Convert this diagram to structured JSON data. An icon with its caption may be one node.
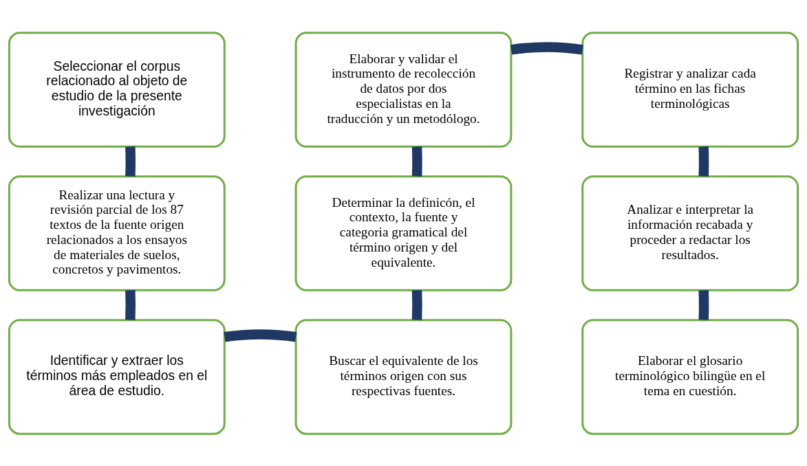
{
  "diagram": {
    "nodes": [
      {
        "text": [
          "Seleccionar el corpus relacionado al objeto de estudio de la presente investigación"
        ]
      },
      {
        "text": [
          "Realizar una lectura y revisión parcial de los 87 textos de la fuente origen relacionados a los ensayos de materiales de suelos, concretos y pavimentos."
        ]
      },
      {
        "text": [
          "Identificar y extraer los términos más empleados en el área de estudio."
        ]
      },
      {
        "text": [
          "Buscar el equivalente de los términos origen con sus respectivas fuentes."
        ]
      },
      {
        "text": [
          "Determinar la definicón, el contexto, la fuente y categoria gramatical del término origen y del equivalente."
        ]
      },
      {
        "text": [
          "Elaborar y validar el instrumento de recolección de datos por dos especialistas en la traducción y un metodólogo."
        ]
      },
      {
        "text": [
          "Registrar y analizar cada término en las fichas terminológicas"
        ]
      },
      {
        "text": [
          "Analizar e interpretar la información recabada y proceder a redactar los resultados."
        ]
      },
      {
        "text": [
          "Elaborar el glosario terminológico bilingüe en el tema en cuestión."
        ]
      }
    ],
    "edges": [
      {
        "from": 0,
        "to": 1,
        "arrow": "none"
      },
      {
        "from": 1,
        "to": 2,
        "arrow": "none"
      },
      {
        "from": 2,
        "to": 3,
        "arrow": "none"
      },
      {
        "from": 3,
        "to": 4,
        "arrow": "none"
      },
      {
        "from": 4,
        "to": 5,
        "arrow": "none"
      },
      {
        "from": 5,
        "to": 6,
        "arrow": "none"
      },
      {
        "from": 6,
        "to": 7,
        "arrow": "none"
      },
      {
        "from": 7,
        "to": 8,
        "arrow": "none"
      }
    ]
  }
}
